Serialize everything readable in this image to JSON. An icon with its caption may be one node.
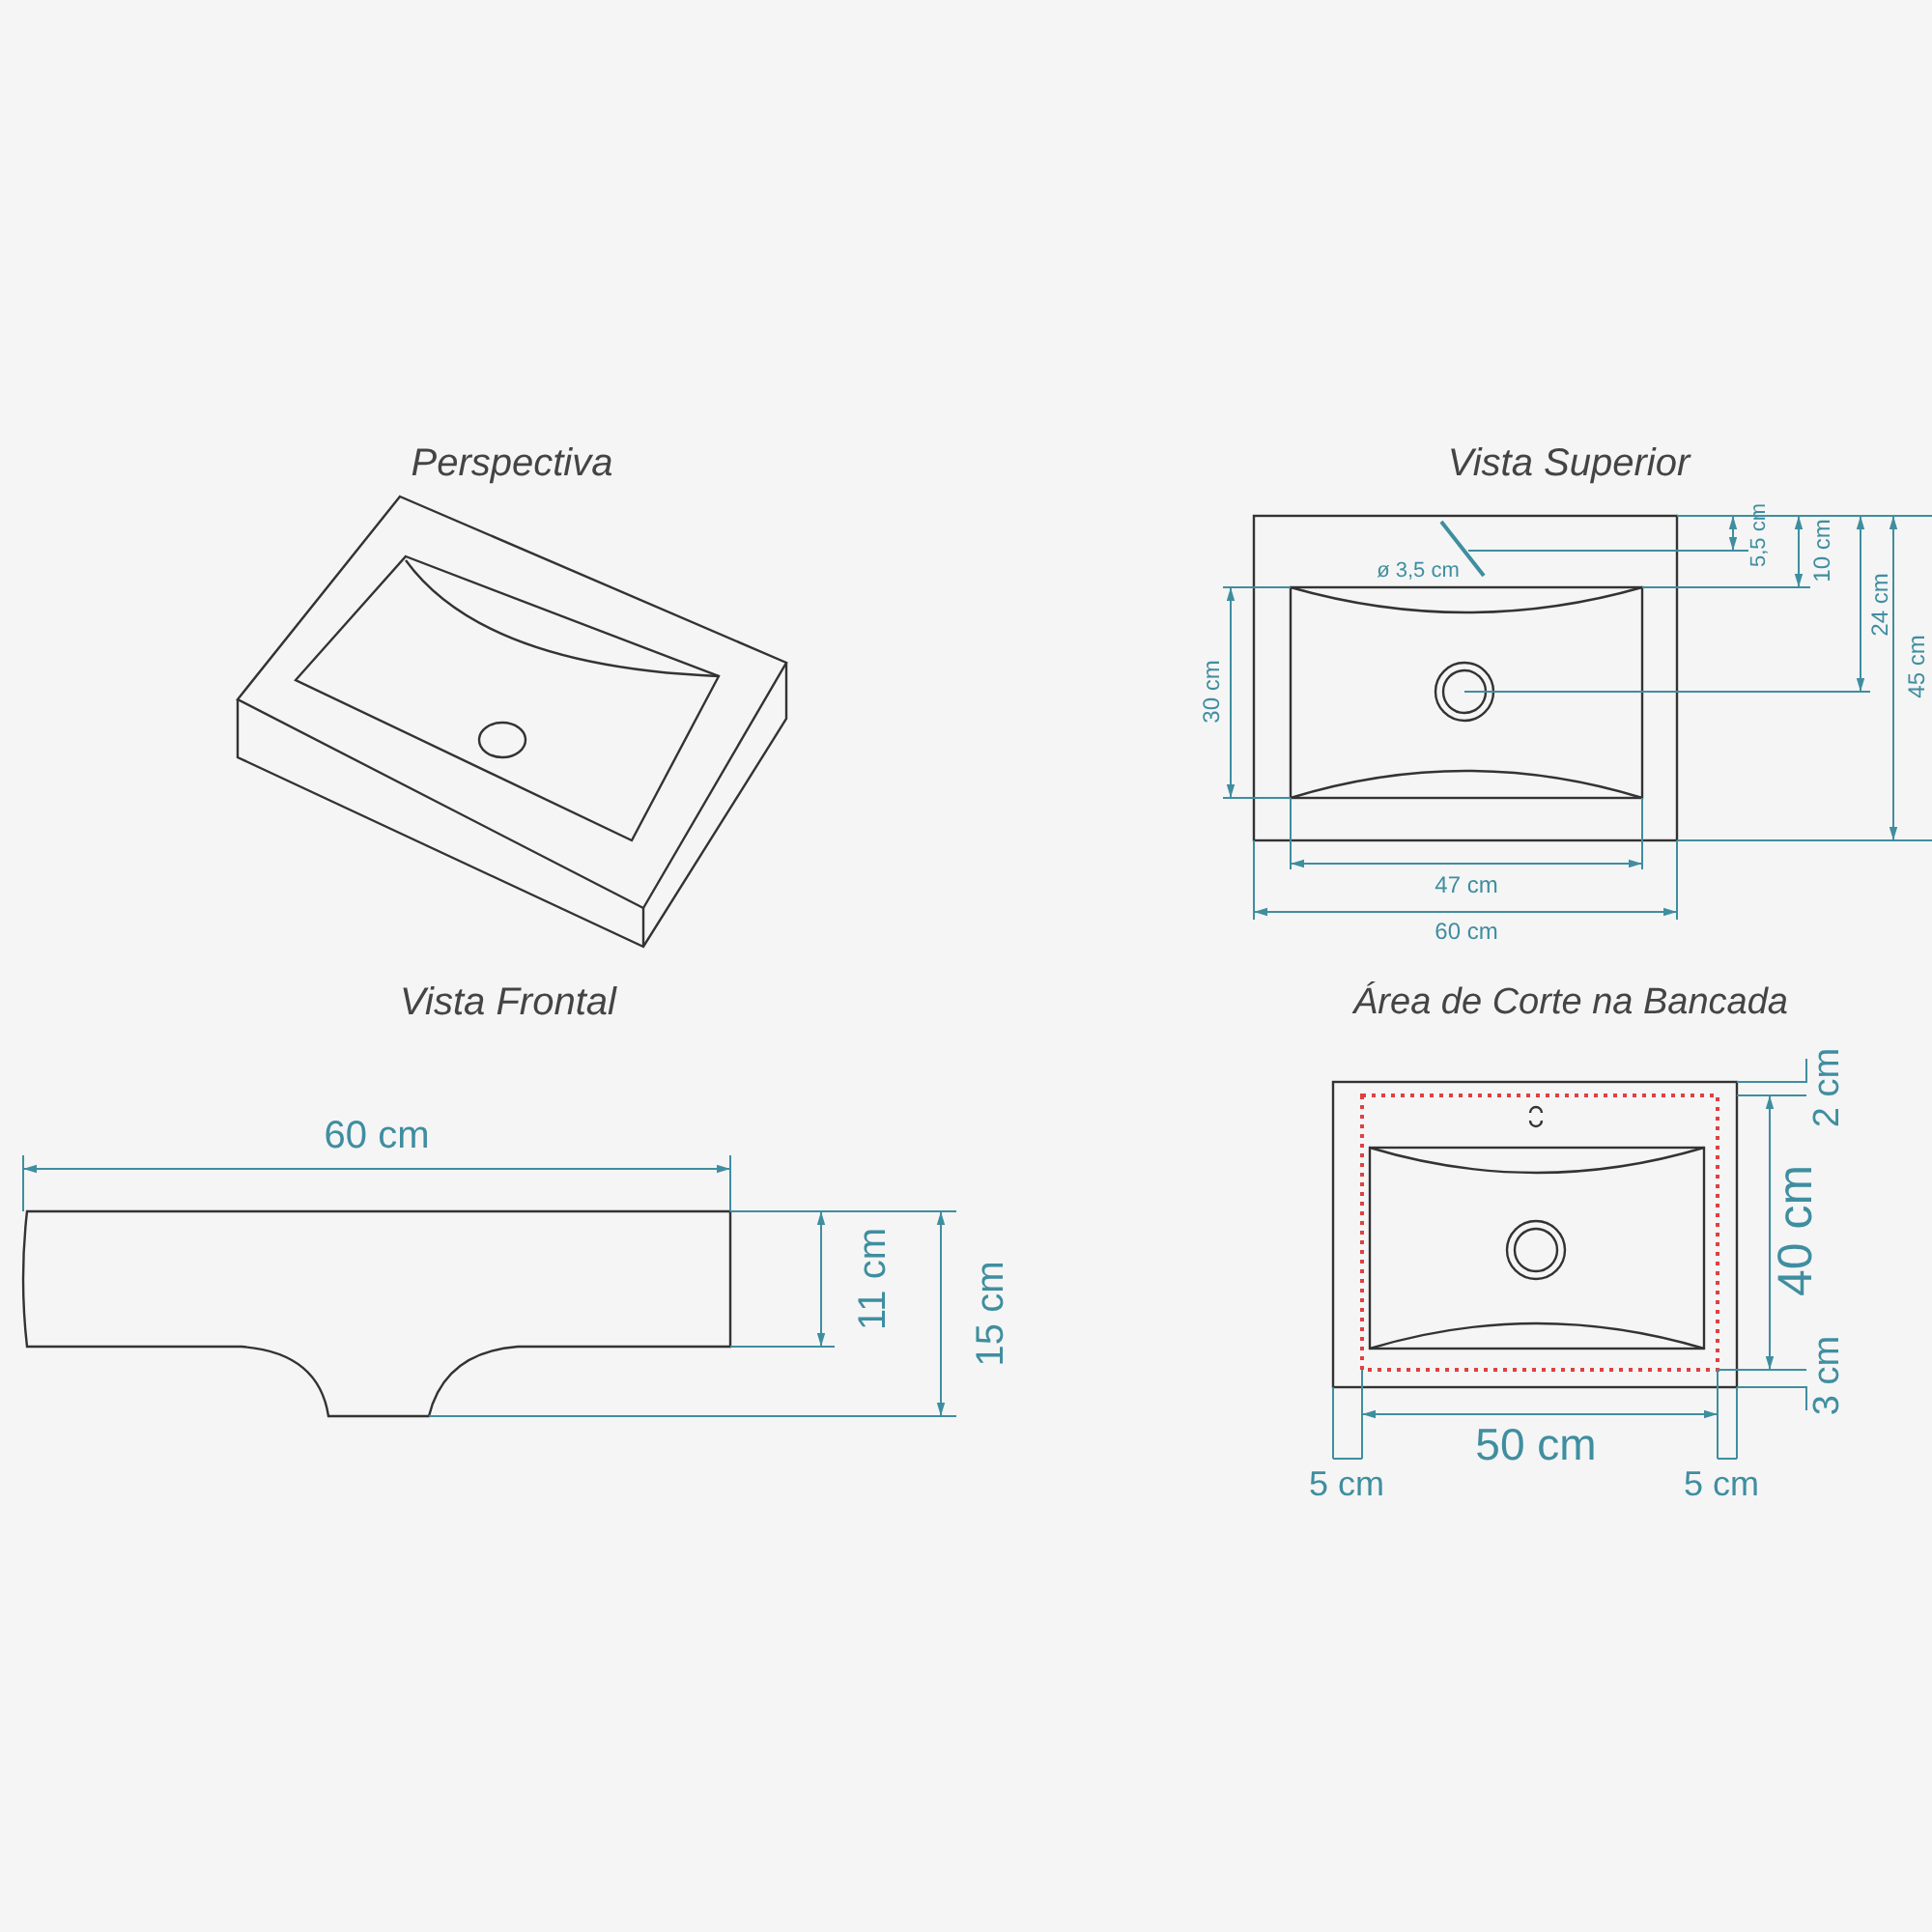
{
  "diagram": {
    "labels": [
      "Perspectiva",
      "Vista Superior",
      "5,5 cm",
      "10 cm",
      "24 cm",
      "45 cm",
      "ø 3,5 cm",
      "30 cm",
      "47 cm",
      "60 cm",
      "Vista Frontal",
      "60 cm",
      "11 cm",
      "15 cm",
      "Área de Corte na Bancada",
      "2 cm",
      "40 cm",
      "3 cm",
      "50 cm",
      "5 cm",
      "5 cm"
    ]
  }
}
